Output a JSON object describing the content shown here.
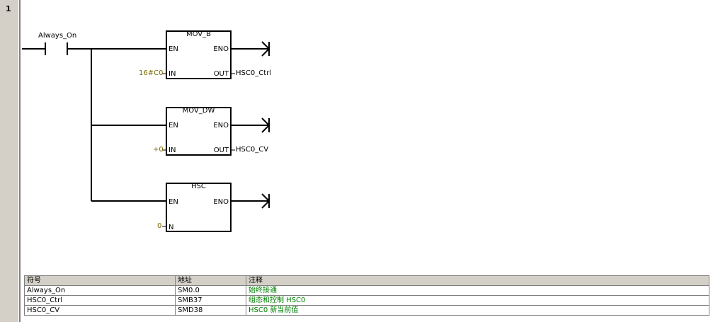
{
  "network": {
    "number": "1"
  },
  "contact": {
    "label": "Always_On"
  },
  "blocks": [
    {
      "title": "MOV_B",
      "en": "EN",
      "eno": "ENO",
      "in_pin": "IN",
      "out_pin": "OUT",
      "in_value": "16#C0",
      "out_value": "HSC0_Ctrl"
    },
    {
      "title": "MOV_DW",
      "en": "EN",
      "eno": "ENO",
      "in_pin": "IN",
      "out_pin": "OUT",
      "in_value": "+0",
      "out_value": "HSC0_CV"
    },
    {
      "title": "HSC",
      "en": "EN",
      "eno": "ENO",
      "in_pin": "N",
      "in_value": "0"
    }
  ],
  "symbol_table": {
    "headers": [
      "符号",
      "地址",
      "注释"
    ],
    "rows": [
      [
        "Always_On",
        "SM0.0",
        "始终接通"
      ],
      [
        "HSC0_Ctrl",
        "SMB37",
        "组态和控制 HSC0"
      ],
      [
        "HSC0_CV",
        "SMD38",
        "HSC0 新当前值"
      ]
    ]
  },
  "colors": {
    "value_text": "#7a6a00",
    "comment_text": "#008000",
    "gutter": "#d4d0c8"
  }
}
